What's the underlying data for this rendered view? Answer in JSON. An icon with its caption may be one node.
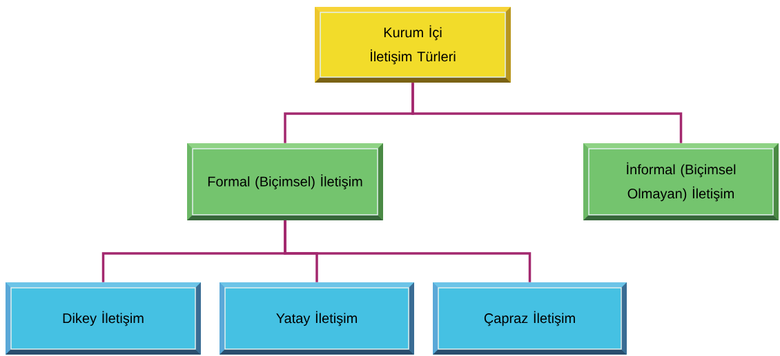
{
  "diagram": {
    "nodes": [
      {
        "text": [
          "Kurum İçi İletişim Türleri"
        ]
      },
      {
        "text": [
          "Formal (Biçimsel) İletişim"
        ]
      },
      {
        "text": [
          "İnformal (Biçimsel Olmayan) İletişim"
        ]
      },
      {
        "text": [
          "Dikey İletişim"
        ]
      },
      {
        "text": [
          "Yatay İletişim"
        ]
      },
      {
        "text": [
          "Çapraz İletişim"
        ]
      }
    ],
    "edges": [
      {
        "from": 0,
        "to": 1,
        "arrow": "none"
      },
      {
        "from": 0,
        "to": 2,
        "arrow": "none"
      },
      {
        "from": 1,
        "to": 3,
        "arrow": "none"
      },
      {
        "from": 1,
        "to": 4,
        "arrow": "none"
      },
      {
        "from": 1,
        "to": 5,
        "arrow": "none"
      }
    ]
  }
}
